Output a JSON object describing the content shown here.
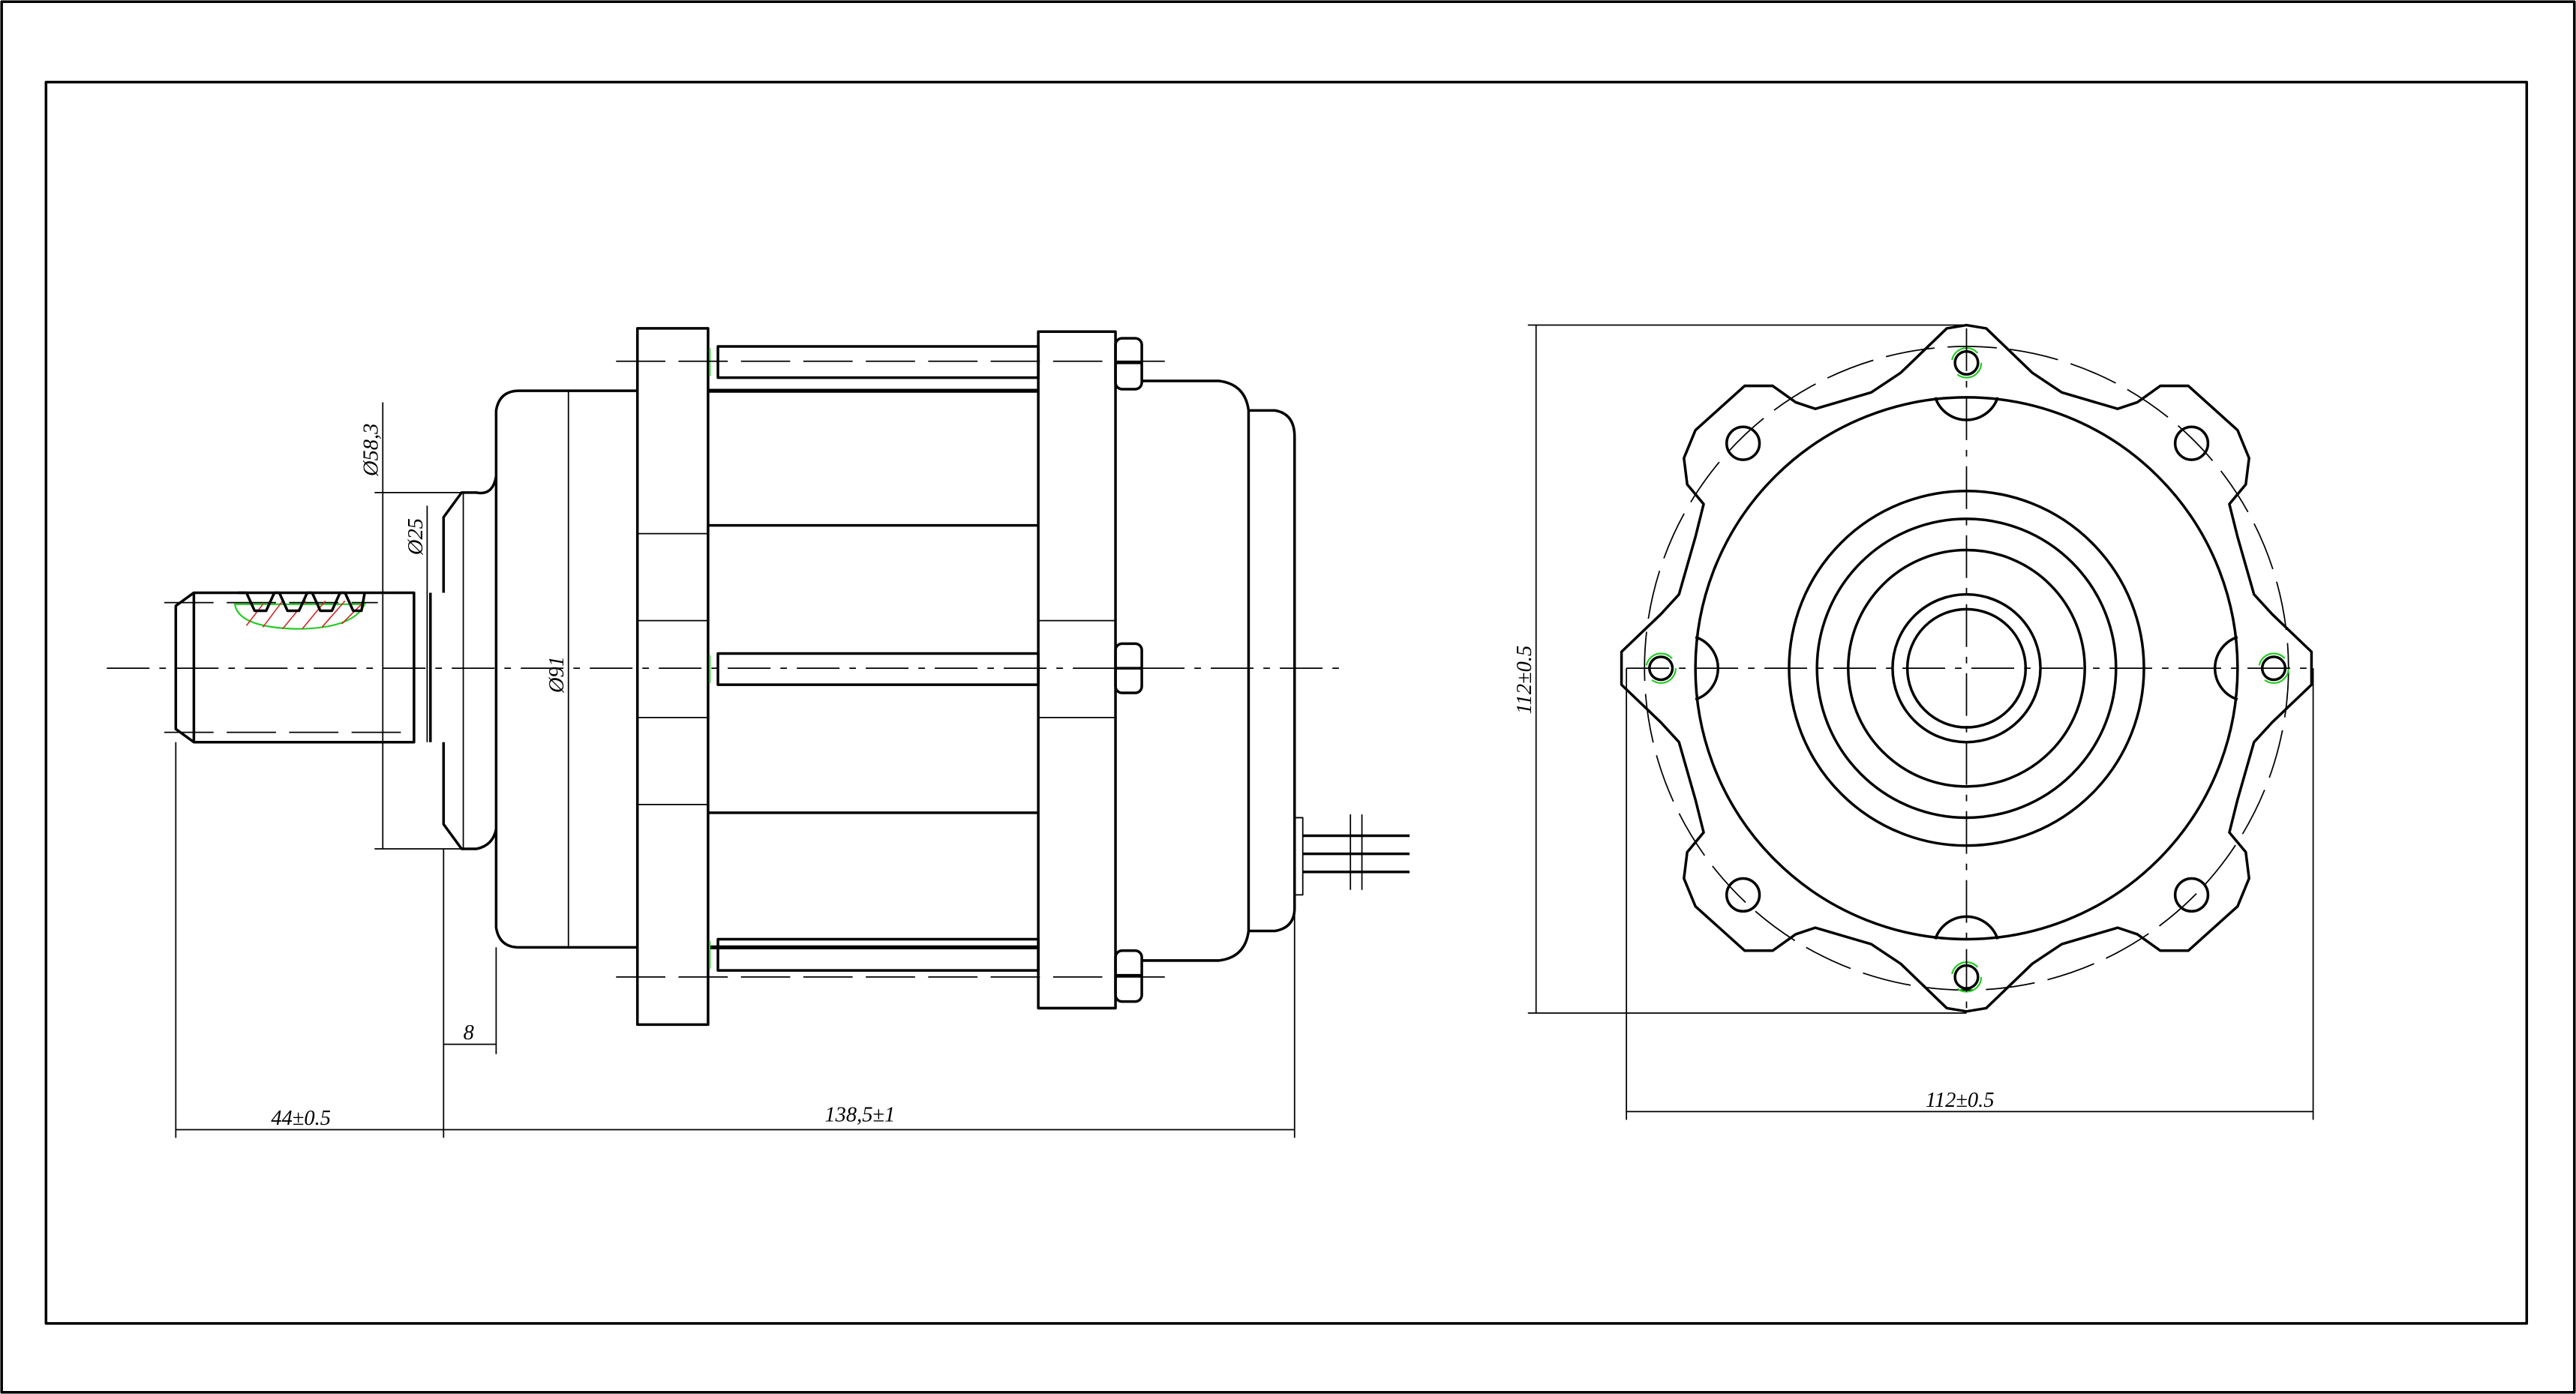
{
  "drawing": {
    "colors": {
      "line": "#000000",
      "hatch": "#d02020",
      "highlight": "#22cc22"
    },
    "side_view": {
      "dim_flange_dia": "Ø58,3",
      "dim_shaft_dia": "Ø25",
      "dim_body_dia": "Ø91",
      "dim_shoulder": "8",
      "dim_shaft_length": "44±0.5",
      "dim_body_length": "138,5±1"
    },
    "front_view": {
      "dim_height": "112±0.5",
      "dim_width": "112±0.5"
    }
  }
}
